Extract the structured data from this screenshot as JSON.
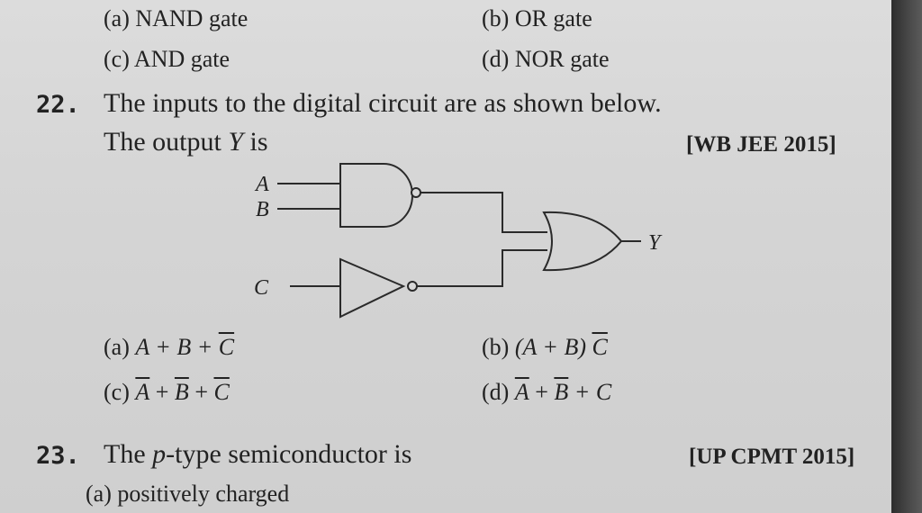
{
  "q21_options": {
    "a": "(a) NAND gate",
    "b": "(b) OR gate",
    "c": "(c) AND gate",
    "d": "(d) NOR gate"
  },
  "q22": {
    "number": "22.",
    "line1": "The inputs to the digital circuit are as shown below.",
    "line2_prefix": "The output ",
    "line2_var": "Y",
    "line2_suffix": " is",
    "source": "[WB JEE 2015]",
    "circuit": {
      "input_a": "A",
      "input_b": "B",
      "input_c": "C",
      "output": "Y"
    },
    "options": {
      "a_label": "(a) ",
      "a_expr": "A + B + ",
      "a_bar": "C",
      "b_label": "(b) ",
      "b_expr": "(A + B) ",
      "b_bar": "C",
      "c_label": "(c) ",
      "c_bar1": "A",
      "c_plus1": " + ",
      "c_bar2": "B",
      "c_plus2": " + ",
      "c_bar3": "C",
      "d_label": "(d) ",
      "d_bar1": "A",
      "d_plus1": " + ",
      "d_bar2": "B",
      "d_tail": " + C"
    }
  },
  "q23": {
    "number": "23.",
    "stem_prefix": "The ",
    "stem_var": "p",
    "stem_suffix": "-type semiconductor is",
    "source": "[UP CPMT 2015]",
    "option_a": "(a)  positively charged"
  }
}
